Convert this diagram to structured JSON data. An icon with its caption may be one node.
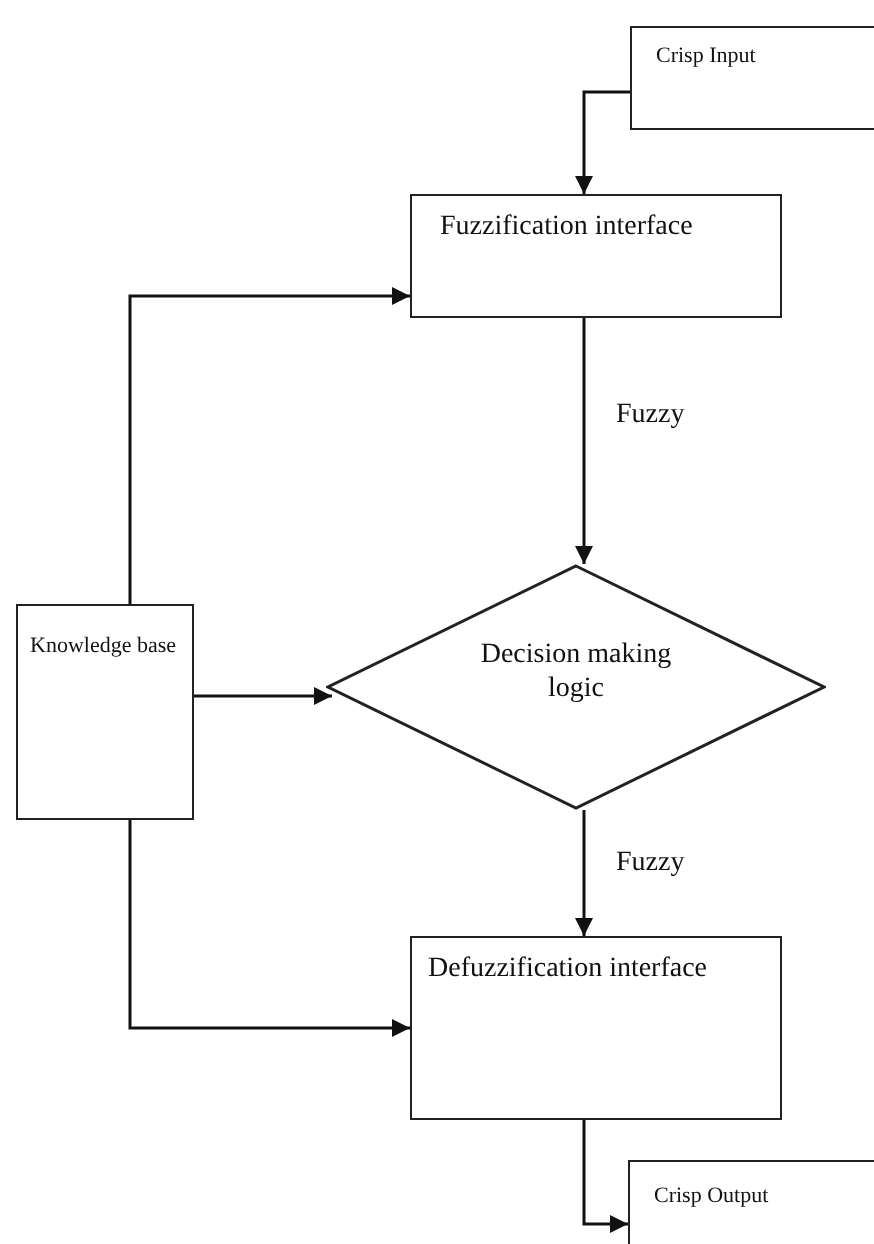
{
  "diagram": {
    "nodes": [
      {
        "text": [
          "Crisp Input"
        ]
      },
      {
        "text": [
          "Fuzzification interface"
        ]
      },
      {
        "text": [
          "Decision making logic"
        ]
      },
      {
        "text": [
          "Knowledge base"
        ]
      },
      {
        "text": [
          "Defuzzification interface"
        ]
      },
      {
        "text": [
          "Crisp Output"
        ]
      }
    ],
    "edges": [
      {
        "from": 0,
        "to": 1,
        "arrow": "to"
      },
      {
        "from": 1,
        "to": 2,
        "arrow": "to",
        "label": "Fuzzy"
      },
      {
        "from": 3,
        "to": 1,
        "arrow": "to"
      },
      {
        "from": 3,
        "to": 2,
        "arrow": "to"
      },
      {
        "from": 3,
        "to": 4,
        "arrow": "to"
      },
      {
        "from": 2,
        "to": 4,
        "arrow": "to",
        "label": "Fuzzy"
      },
      {
        "from": 4,
        "to": 5,
        "arrow": "to"
      }
    ]
  }
}
